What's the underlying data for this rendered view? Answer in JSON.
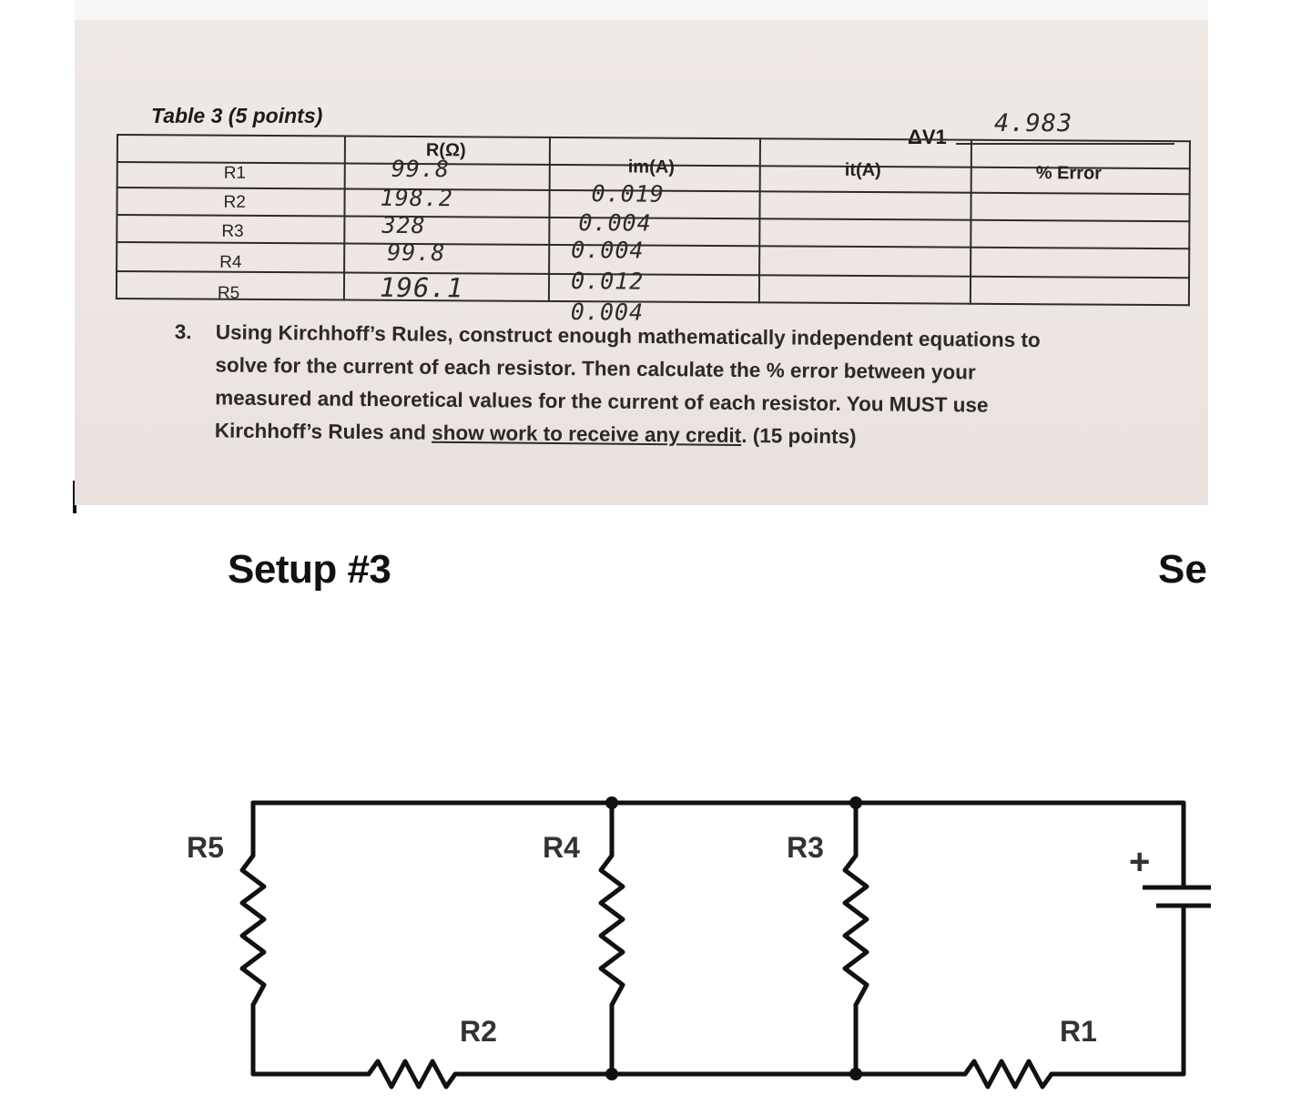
{
  "worksheet": {
    "table_caption": "Table 3 (5 points)",
    "delta_v_label": "ΔV1",
    "delta_v_value": "4.983",
    "headers": {
      "resistance": "R(Ω)",
      "measured_current": "im(A)",
      "theoretical_current": "it(A)",
      "percent_error": "% Error"
    },
    "rows": [
      {
        "label": "R1",
        "resistance": "99.8",
        "measured_current": "0.019"
      },
      {
        "label": "R2",
        "resistance": "198.2",
        "measured_current": "0.004"
      },
      {
        "label": "R3",
        "resistance": "328",
        "measured_current": "0.004"
      },
      {
        "label": "R4",
        "resistance": "99.8",
        "measured_current": "0.012"
      },
      {
        "label": "R5",
        "resistance": "196.1",
        "measured_current": "0.004"
      }
    ],
    "question": {
      "number": "3.",
      "line1": "Using Kirchhoff’s Rules, construct enough mathematically independent equations to",
      "line2": "solve for the current of each resistor. Then calculate the % error between your",
      "line3": "measured and theoretical values for the current of each resistor. You MUST use",
      "line4_pre": "Kirchhoff’s Rules and ",
      "line4_ul": "show work to receive any credit",
      "line4_post": ". (15 points)"
    }
  },
  "setup": {
    "title": "Setup #3",
    "next_title_fragment": "Se"
  },
  "circuit": {
    "labels": {
      "r5": "R5",
      "r4": "R4",
      "r3": "R3",
      "r2": "R2",
      "r1": "R1",
      "battery_plus": "+"
    }
  }
}
